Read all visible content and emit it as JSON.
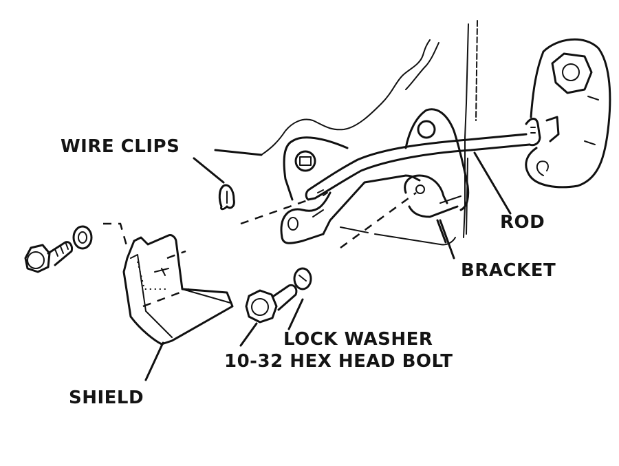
{
  "diagram": {
    "title": "Door lock rod and bracket assembly",
    "colors": {
      "ink": "#141414",
      "background": "#ffffff"
    },
    "labels": {
      "wire_clips": "WIRE CLIPS",
      "rod": "ROD",
      "bracket": "BRACKET",
      "lock_washer": "LOCK WASHER",
      "hex_bolt": "10-32 HEX HEAD BOLT",
      "shield": "SHIELD"
    },
    "parts": [
      {
        "id": "wire-clip",
        "callout": "WIRE CLIPS"
      },
      {
        "id": "rod",
        "callout": "ROD"
      },
      {
        "id": "bracket",
        "callout": "BRACKET"
      },
      {
        "id": "lock-washer",
        "callout": "LOCK WASHER"
      },
      {
        "id": "hex-bolt",
        "callout": "10-32 HEX HEAD BOLT"
      },
      {
        "id": "shield",
        "callout": "SHIELD"
      }
    ]
  }
}
